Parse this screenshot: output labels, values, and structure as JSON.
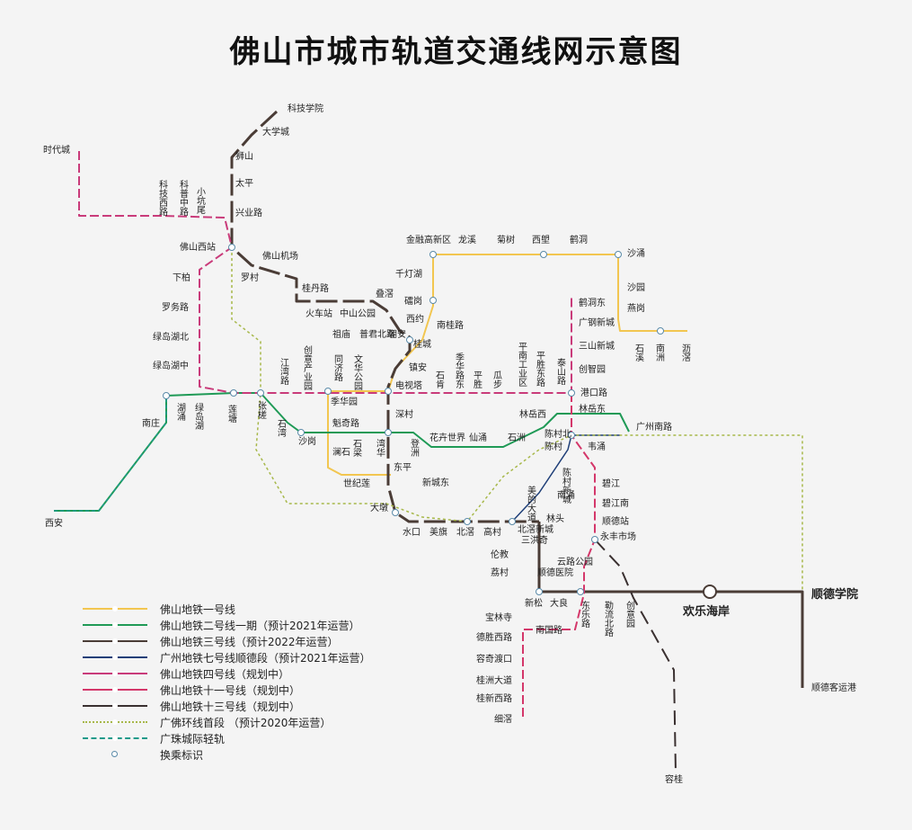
{
  "title": "佛山市城市轨道交通线网示意图",
  "colors": {
    "line1": "#f2c650",
    "line2": "#1f9a56",
    "line3": "#4a3c36",
    "gz7": "#1f3f78",
    "line4": "#c93b7a",
    "line11": "#d4376a",
    "line13": "#3a3030",
    "ring": "#a7b84a",
    "pearl": "#1f9a8a",
    "transfer": "#5a8aa8"
  },
  "legend": [
    {
      "label": "佛山地铁一号线",
      "color": "#f2c650",
      "style": "solid"
    },
    {
      "label": "佛山地铁二号线一期（预计2021年运营）",
      "color": "#1f9a56",
      "style": "solid"
    },
    {
      "label": "佛山地铁三号线（预计2022年运营）",
      "color": "#4a3c36",
      "style": "solid"
    },
    {
      "label": "广州地铁七号线顺德段（预计2021年运营）",
      "color": "#1f3f78",
      "style": "solid"
    },
    {
      "label": "佛山地铁四号线（规划中）",
      "color": "#c93b7a",
      "style": "solid"
    },
    {
      "label": "佛山地铁十一号线（规划中）",
      "color": "#d4376a",
      "style": "solid"
    },
    {
      "label": "佛山地铁十三号线（规划中）",
      "color": "#3a3030",
      "style": "solid"
    },
    {
      "label": "广佛环线首段 （预计2020年运营）",
      "color": "#a7b84a",
      "style": "dotted"
    },
    {
      "label": "广珠城际轻轨",
      "color": "#1f9a8a",
      "style": "dashed"
    },
    {
      "label": "换乘标识",
      "color": "#5a8aa8",
      "style": "transfer"
    }
  ],
  "stations": [
    {
      "name": "科技学院",
      "big": false
    },
    {
      "name": "大学城",
      "big": false
    },
    {
      "name": "狮山",
      "big": false
    },
    {
      "name": "太平",
      "big": false
    },
    {
      "name": "兴业路",
      "big": false
    },
    {
      "name": "时代城",
      "big": false
    },
    {
      "name": "佛山西站",
      "big": false
    },
    {
      "name": "佛山机场",
      "big": false
    },
    {
      "name": "罗村",
      "big": false
    },
    {
      "name": "桂丹路",
      "big": false
    },
    {
      "name": "火车站",
      "big": false
    },
    {
      "name": "中山公园",
      "big": false
    },
    {
      "name": "叠滘",
      "big": false
    },
    {
      "name": "下柏",
      "big": false
    },
    {
      "name": "罗务路",
      "big": false
    },
    {
      "name": "绿岛湖北",
      "big": false
    },
    {
      "name": "绿岛湖中",
      "big": false
    },
    {
      "name": "金融高新区",
      "big": false
    },
    {
      "name": "龙溪",
      "big": false
    },
    {
      "name": "菊树",
      "big": false
    },
    {
      "name": "西塱",
      "big": false
    },
    {
      "name": "鹤洞",
      "big": false
    },
    {
      "name": "沙涌",
      "big": false
    },
    {
      "name": "千灯湖",
      "big": false
    },
    {
      "name": "礌岗",
      "big": false
    },
    {
      "name": "沙园",
      "big": false
    },
    {
      "name": "燕岗",
      "big": false
    },
    {
      "name": "西约",
      "big": false
    },
    {
      "name": "南桂路",
      "big": false
    },
    {
      "name": "祖庙",
      "big": false
    },
    {
      "name": "普君北路",
      "big": false
    },
    {
      "name": "朝安",
      "big": false
    },
    {
      "name": "桂城",
      "big": false
    },
    {
      "name": "镇安",
      "big": false
    },
    {
      "name": "电视塔",
      "big": false
    },
    {
      "name": "鹤洞东",
      "big": false
    },
    {
      "name": "广钢新城",
      "big": false
    },
    {
      "name": "三山新城",
      "big": false
    },
    {
      "name": "创智园",
      "big": false
    },
    {
      "name": "港口路",
      "big": false
    },
    {
      "name": "季华园",
      "big": false
    },
    {
      "name": "魁奇路",
      "big": false
    },
    {
      "name": "深村",
      "big": false
    },
    {
      "name": "林岳西",
      "big": false
    },
    {
      "name": "林岳东",
      "big": false
    },
    {
      "name": "广州南路",
      "big": false
    },
    {
      "name": "南庄",
      "big": false
    },
    {
      "name": "沙岗",
      "big": false
    },
    {
      "name": "澜石",
      "big": false
    },
    {
      "name": "花卉世界",
      "big": false
    },
    {
      "name": "仙涌",
      "big": false
    },
    {
      "name": "石洲",
      "big": false
    },
    {
      "name": "陈村北",
      "big": false
    },
    {
      "name": "陈村",
      "big": false
    },
    {
      "name": "韦涌",
      "big": false
    },
    {
      "name": "东平",
      "big": false
    },
    {
      "name": "世纪莲",
      "big": false
    },
    {
      "name": "新城东",
      "big": false
    },
    {
      "name": "西安",
      "big": false
    },
    {
      "name": "大墩",
      "big": false
    },
    {
      "name": "水口",
      "big": false
    },
    {
      "name": "美旗",
      "big": false
    },
    {
      "name": "北滘",
      "big": false
    },
    {
      "name": "高村",
      "big": false
    },
    {
      "name": "北滘新城",
      "big": false
    },
    {
      "name": "三洪奇",
      "big": false
    },
    {
      "name": "南涌",
      "big": false
    },
    {
      "name": "林头",
      "big": false
    },
    {
      "name": "碧江",
      "big": false
    },
    {
      "name": "碧江南",
      "big": false
    },
    {
      "name": "顺德站",
      "big": false
    },
    {
      "name": "永丰市场",
      "big": false
    },
    {
      "name": "伦教",
      "big": false
    },
    {
      "name": "荔村",
      "big": false
    },
    {
      "name": "顺德医院",
      "big": false
    },
    {
      "name": "云路公园",
      "big": false
    },
    {
      "name": "新松",
      "big": false
    },
    {
      "name": "大良",
      "big": false
    },
    {
      "name": "欢乐海岸",
      "big": true
    },
    {
      "name": "顺德学院",
      "big": true
    },
    {
      "name": "宝林寺",
      "big": false
    },
    {
      "name": "南国路",
      "big": false
    },
    {
      "name": "德胜西路",
      "big": false
    },
    {
      "name": "容奇渡口",
      "big": false
    },
    {
      "name": "桂洲大道",
      "big": false
    },
    {
      "name": "桂新西路",
      "big": false
    },
    {
      "name": "细滘",
      "big": false
    },
    {
      "name": "顺德客运港",
      "big": false
    },
    {
      "name": "容桂",
      "big": false
    }
  ],
  "vertical_labels": [
    "科技西路",
    "科普中路",
    "小坑尾",
    "创意产业园",
    "文华公园",
    "同济路",
    "江湾路",
    "季华路东",
    "平胜",
    "石肯",
    "瓜步",
    "平南工业区",
    "平胜东路",
    "泰山路",
    "湖涌",
    "绿岛湖",
    "莲塘",
    "张槎",
    "石湾",
    "石梁",
    "湾华",
    "登洲",
    "美的大道",
    "陈村新城",
    "石溪",
    "南洲",
    "沥滘",
    "东乐路",
    "勒流北路",
    "创意园"
  ]
}
